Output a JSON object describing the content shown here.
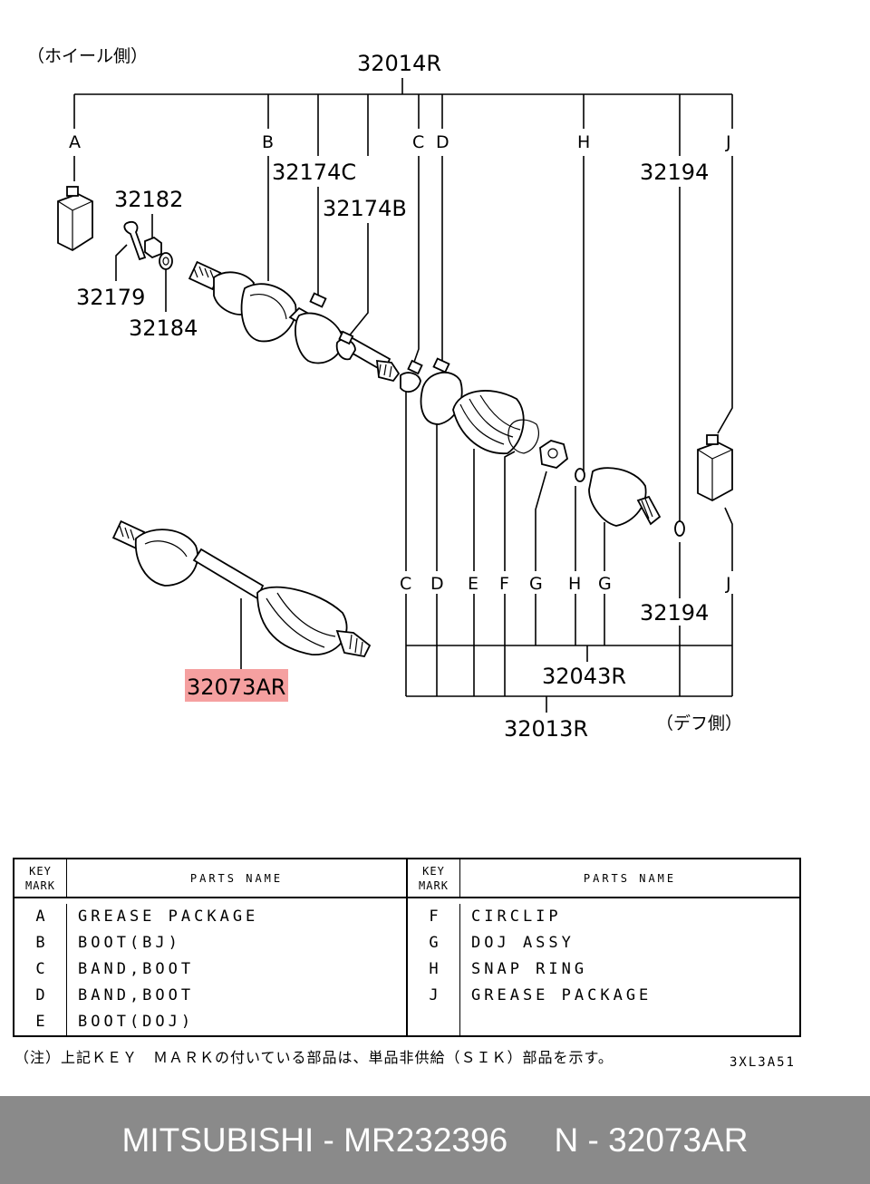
{
  "labels": {
    "wheel_side": "（ホイール側）",
    "diff_side": "（デフ側）",
    "assembly_top": "32014R",
    "p32174C": "32174C",
    "p32174B": "32174B",
    "p32182": "32182",
    "p32179": "32179",
    "p32184": "32184",
    "p32194_top": "32194",
    "p32194_bottom": "32194",
    "p32043R": "32043R",
    "p32013R": "32013R",
    "highlight_part": "32073AR"
  },
  "key_marks_top": [
    "A",
    "B",
    "C",
    "D",
    "H",
    "J"
  ],
  "key_marks_bottom": [
    "C",
    "D",
    "E",
    "F",
    "G",
    "H",
    "G",
    "J"
  ],
  "table": {
    "header_key": [
      "KEY",
      "MARK"
    ],
    "header_name": "PARTS NAME",
    "left_rows": [
      {
        "key": "A",
        "name": "GREASE PACKAGE"
      },
      {
        "key": "B",
        "name": "BOOT(BJ)"
      },
      {
        "key": "C",
        "name": "BAND,BOOT"
      },
      {
        "key": "D",
        "name": "BAND,BOOT"
      },
      {
        "key": "E",
        "name": "BOOT(DOJ)"
      }
    ],
    "right_rows": [
      {
        "key": "F",
        "name": "CIRCLIP"
      },
      {
        "key": "G",
        "name": "DOJ ASSY"
      },
      {
        "key": "H",
        "name": "SNAP RING"
      },
      {
        "key": "J",
        "name": "GREASE PACKAGE"
      }
    ]
  },
  "note": "（注）上記ＫＥＹ　ＭＡＲＫの付いている部品は、単品非供給（ＳＩＫ）部品を示す。",
  "diagram_code": "3XL3A51",
  "footer": "MITSUBISHI - MR232396     N - 32073AR",
  "colors": {
    "highlight": "#f5a0a0",
    "footer_bg": "#8a8a8a",
    "footer_text": "#ffffff"
  }
}
